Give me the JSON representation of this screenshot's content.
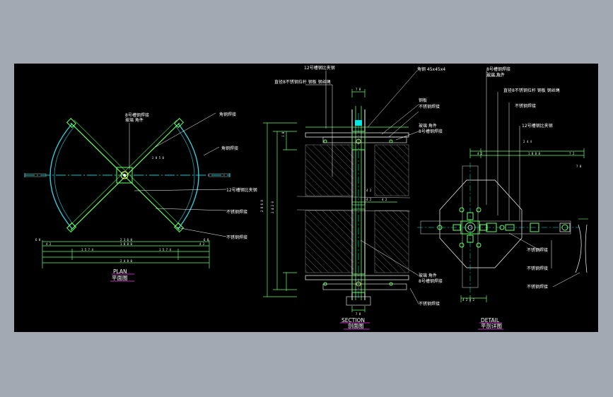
{
  "titles": {
    "plan": "PLAN",
    "plan_sub": "平面图",
    "section": "SECTION",
    "section_sub": "剖面图",
    "detail": "DETAIL",
    "detail_sub": "平剖详图"
  },
  "plan_labels": {
    "top": "8号槽钢焊接\n玻璃 角件",
    "r1": "角钢焊接",
    "r2": "角钢焊接",
    "r3": "12号槽钢比夹钢",
    "r4": "不锈钢焊接",
    "r5": "不锈钢焊接"
  },
  "section_labels": {
    "l1": "12号槽钢比夹钢",
    "l2": "直径8不锈钢拉杆 钢板 钢丝绳",
    "r1": "角钢 45x45x4",
    "r2": "钢板",
    "r3": "不锈钢焊接",
    "r4": "玻璃 角件",
    "r5": "8号槽钢焊接",
    "r6": "玻璃 角件",
    "r7": "8号槽钢焊接",
    "r8": "不锈钢焊接"
  },
  "detail_labels": {
    "t1": "8号槽钢焊接",
    "t2": "玻璃 角件",
    "t3": "直径8不锈钢拉杆 钢板 钢丝绳",
    "t4": "不锈钢焊接",
    "t5": "12号槽钢比夹钢",
    "b1": "不锈钢焊接",
    "b2": "不锈钢焊接",
    "b3": "不锈钢焊接"
  }
}
